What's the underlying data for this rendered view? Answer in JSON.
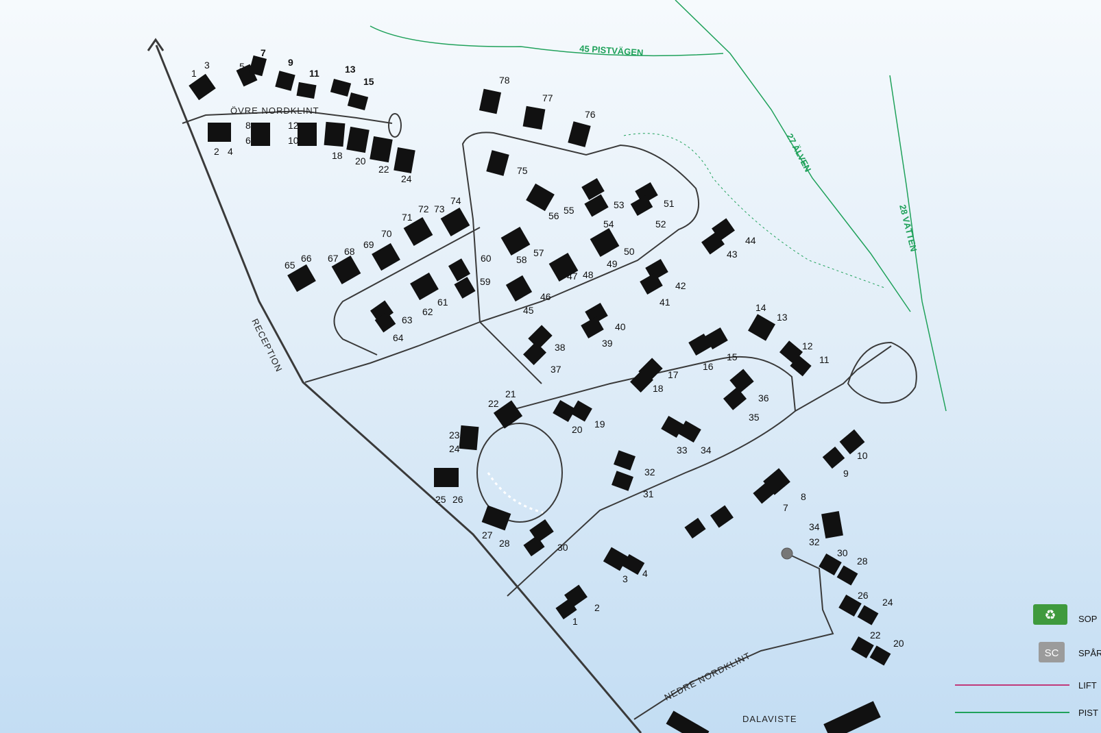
{
  "streets": {
    "ovre": "ÖVRE NORDKLINT",
    "reception": "RECEPTION",
    "nedre": "NEDRE NORDKLINT",
    "dalaviste": "DALAVISTE"
  },
  "pistes": {
    "p45": "45 PISTVÄGEN",
    "p27": "27 ÄLVEN",
    "p28": "28 VÄTTEN"
  },
  "legend": {
    "sop": "SOP",
    "sc_badge": "SC",
    "spar": "SPÅR",
    "lift": "LIFT",
    "pist": "PIST",
    "lift_color": "#c0397a",
    "piste_color": "#1fa15a"
  },
  "labels": [
    "1",
    "3",
    "5",
    "7",
    "9",
    "11",
    "13",
    "15",
    "2",
    "4",
    "8",
    "6",
    "12",
    "10",
    "18",
    "20",
    "22",
    "24",
    "78",
    "77",
    "76",
    "75",
    "56",
    "55",
    "53",
    "54",
    "51",
    "52",
    "44",
    "43",
    "65",
    "66",
    "67",
    "68",
    "69",
    "70",
    "71",
    "72",
    "73",
    "74",
    "58",
    "57",
    "60",
    "59",
    "47",
    "48",
    "49",
    "50",
    "42",
    "41",
    "45",
    "46",
    "62",
    "61",
    "63",
    "64",
    "40",
    "39",
    "38",
    "37",
    "14",
    "13",
    "12",
    "11",
    "16",
    "15",
    "17",
    "18",
    "36",
    "35",
    "21",
    "22",
    "20",
    "19",
    "23",
    "24",
    "33",
    "34",
    "10",
    "9",
    "25",
    "26",
    "32",
    "31",
    "8",
    "7",
    "34",
    "32",
    "27",
    "28",
    "30",
    "30",
    "28",
    "3",
    "4",
    "26",
    "24",
    "2",
    "1",
    "22",
    "20"
  ]
}
